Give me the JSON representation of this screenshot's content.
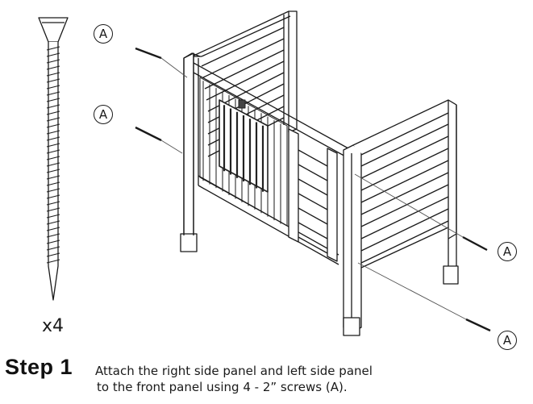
{
  "callouts": {
    "top_left_a": "A",
    "mid_left_a": "A",
    "right_upper_a": "A",
    "right_lower_a": "A"
  },
  "screw": {
    "quantity": "x4"
  },
  "step": {
    "title": "Step 1",
    "line1": "Attach the right side panel and left side panel",
    "line2": "to the front panel using 4 -  2” screws (A)."
  },
  "colors": {
    "line": "#1a1a1a",
    "background": "#ffffff",
    "panel_fill": "#ffffff",
    "grille": "#222222"
  }
}
